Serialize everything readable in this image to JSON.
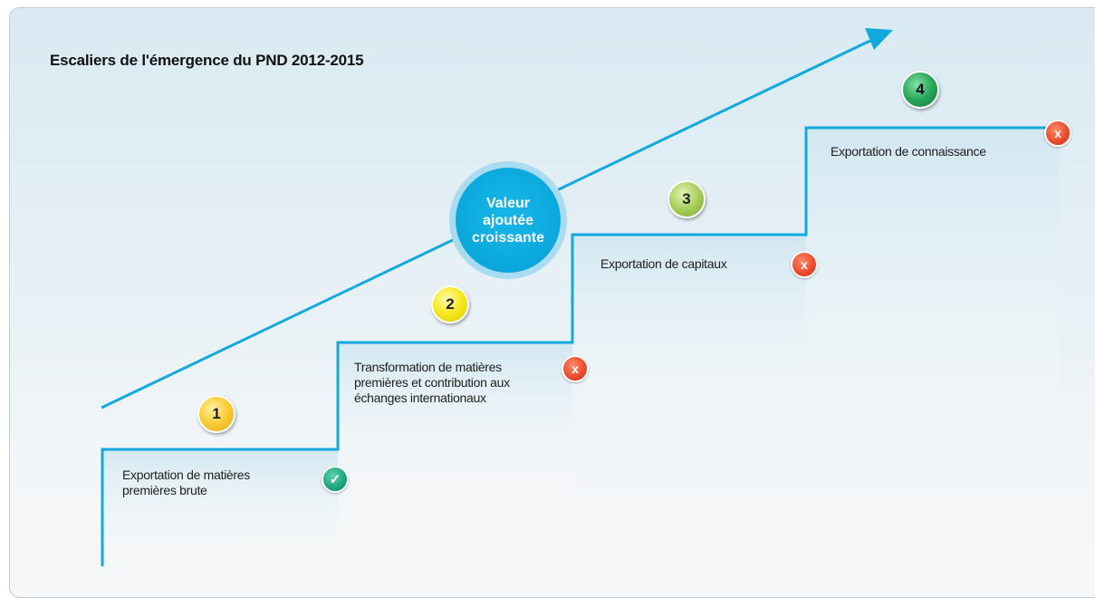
{
  "title": "Escaliers de l'émergence du PND 2012-2015",
  "center_label": "Valeur ajoutée croissante",
  "colors": {
    "line": "#12a9dc",
    "circle": "#0aa7dd",
    "cross": "#e8482a",
    "check": "#1aa47e"
  },
  "steps": [
    {
      "number": "1",
      "label": "Exportation de matières premières brute",
      "status": "check",
      "status_symbol": "✓"
    },
    {
      "number": "2",
      "label": "Transformation de matières premières et contribution aux échanges internationaux",
      "status": "cross",
      "status_symbol": "x"
    },
    {
      "number": "3",
      "label": "Exportation de capitaux",
      "status": "cross",
      "status_symbol": "x"
    },
    {
      "number": "4",
      "label": "Exportation de connaissance",
      "status": "cross",
      "status_symbol": "x"
    }
  ]
}
